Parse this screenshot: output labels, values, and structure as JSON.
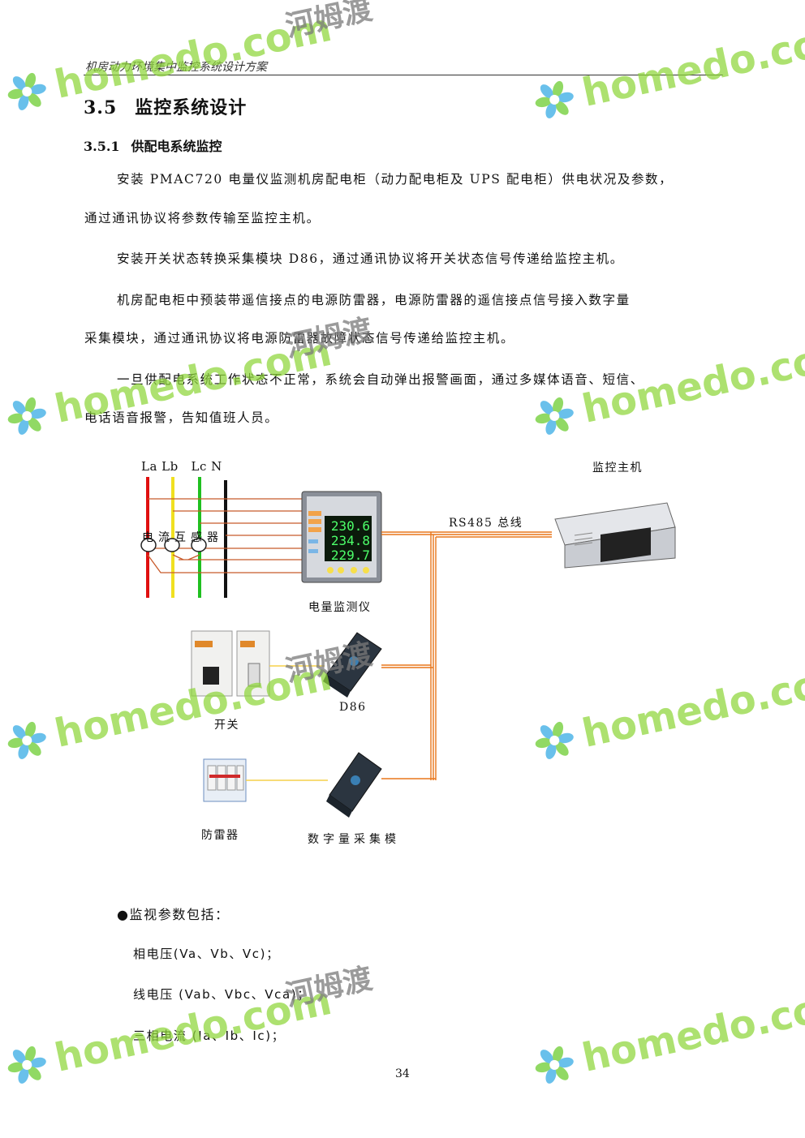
{
  "header": {
    "title": "机房动力环境集中监控系统设计方案"
  },
  "section": {
    "number": "3.5",
    "title": "监控系统设计"
  },
  "subsection": {
    "number": "3.5.1",
    "title": "供配电系统监控"
  },
  "paragraphs": [
    "安装 PMAC720 电量仪监测机房配电柜（动力配电柜及 UPS 配电柜）供电状况及参数，",
    "通过通讯协议将参数传输至监控主机。",
    "安装开关状态转换采集模块 D86，通过通讯协议将开关状态信号传递给监控主机。",
    "机房配电柜中预装带遥信接点的电源防雷器，电源防雷器的遥信接点信号接入数字量",
    "采集模块，通过通讯协议将电源防雷器故障状态信号传递给监控主机。",
    "一旦供配电系统工作状态不正常，系统会自动弹出报警画面，通过多媒体语音、短信、",
    "电话语音报警，告知值班人员。"
  ],
  "diagram": {
    "phase_labels": "La Lb   Lc N",
    "ct_label": "电流互感器",
    "meter_label": "电量监测仪",
    "meter_readings": [
      "230.6",
      "234.8",
      "229.7"
    ],
    "bus_label": "RS485 总线",
    "host_label": "监控主机",
    "d86_label": "D86",
    "switch_label": "开关",
    "spd_label": "防雷器",
    "dio_label": "数字量采集模"
  },
  "monitor": {
    "intro": "●监视参数包括：",
    "items": [
      "相电压(Va、Vb、Vc)；",
      "线电压 (Vab、Vbc、Vca)；",
      "三相电流 (Ia、Ib、Ic)；"
    ]
  },
  "page_number": "34",
  "watermark": {
    "site": "homedo.com",
    "brand": "河姆渡"
  },
  "colors": {
    "orange_wire": "#e8761a",
    "phase_red": "#e01010",
    "phase_yellow": "#f0e020",
    "phase_green": "#20c020",
    "phase_black": "#111111",
    "watermark_green": "#8fd63a"
  }
}
